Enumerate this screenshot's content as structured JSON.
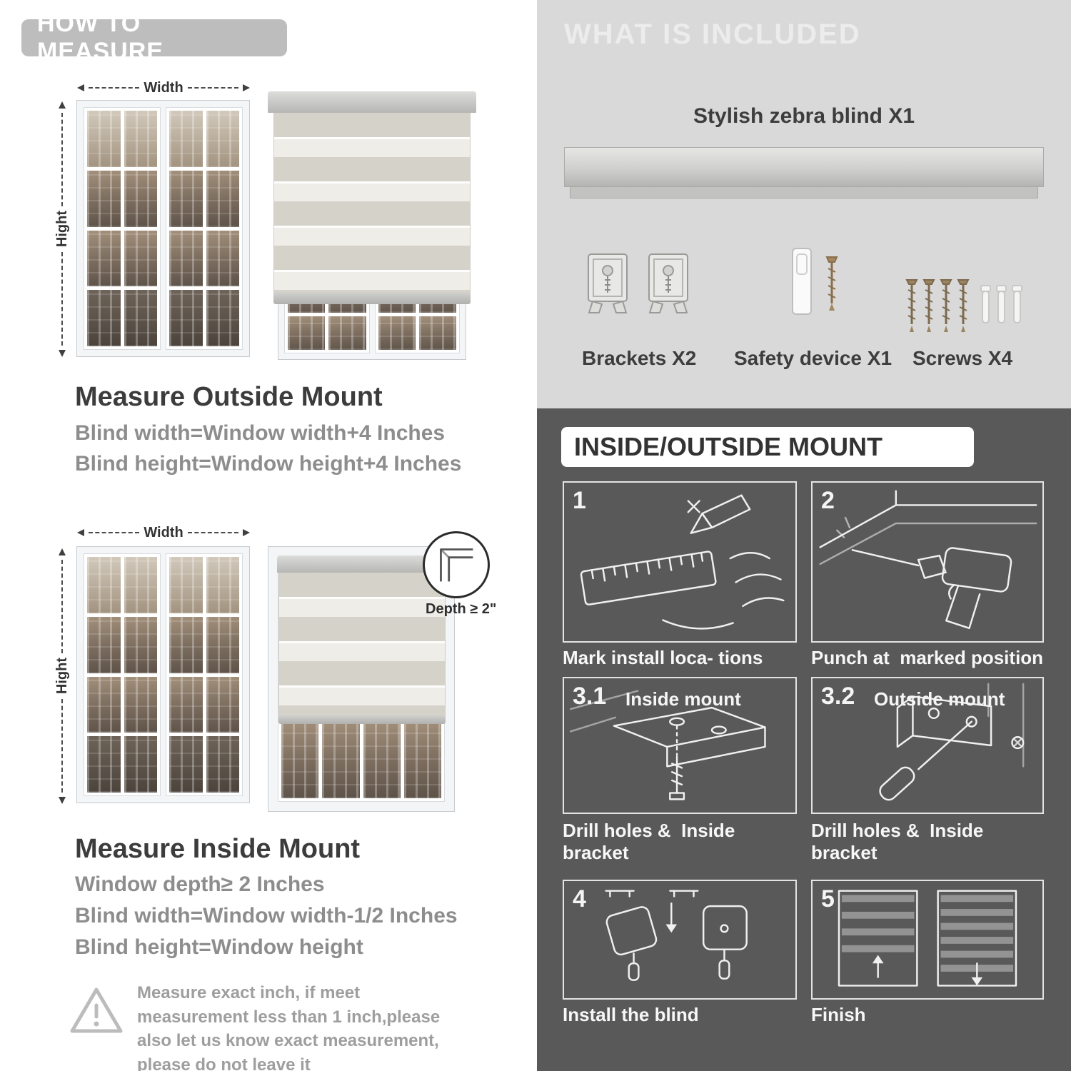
{
  "left": {
    "header": "HOW TO MEASURE",
    "outside": {
      "width_label": "Width",
      "height_label": "Hight",
      "title": "Measure Outside Mount",
      "lines": [
        "Blind width=Window width+4 Inches",
        "Blind height=Window height+4 Inches"
      ]
    },
    "inside": {
      "width_label": "Width",
      "height_label": "Hight",
      "depth_label": "Depth ≥ 2\"",
      "title": "Measure Inside Mount",
      "lines": [
        "Window depth≥ 2 Inches",
        "Blind width=Window width-1/2 Inches",
        "Blind height=Window height"
      ]
    },
    "warning_text": "Measure exact inch, if meet measurement less than 1 inch,please also let us know exact measurement, please do not leave it"
  },
  "right": {
    "included": {
      "header": "WHAT IS INCLUDED",
      "blind_label": "Stylish zebra blind X1",
      "item_labels": [
        "Brackets X2",
        "Safety device X1",
        "Screws X4"
      ]
    },
    "mount": {
      "header": "INSIDE/OUTSIDE MOUNT",
      "steps": [
        {
          "num": "1",
          "label": "",
          "caption": "Mark install loca- tions"
        },
        {
          "num": "2",
          "label": "",
          "caption": "Punch at  marked position"
        },
        {
          "num": "3.1",
          "label": "Inside mount",
          "caption": "Drill holes &  Inside bracket"
        },
        {
          "num": "3.2",
          "label": "Outside mount",
          "caption": "Drill holes &  Inside bracket"
        },
        {
          "num": "4",
          "label": "",
          "caption": "Install the blind"
        },
        {
          "num": "5",
          "label": "",
          "caption": "Finish"
        }
      ]
    }
  }
}
